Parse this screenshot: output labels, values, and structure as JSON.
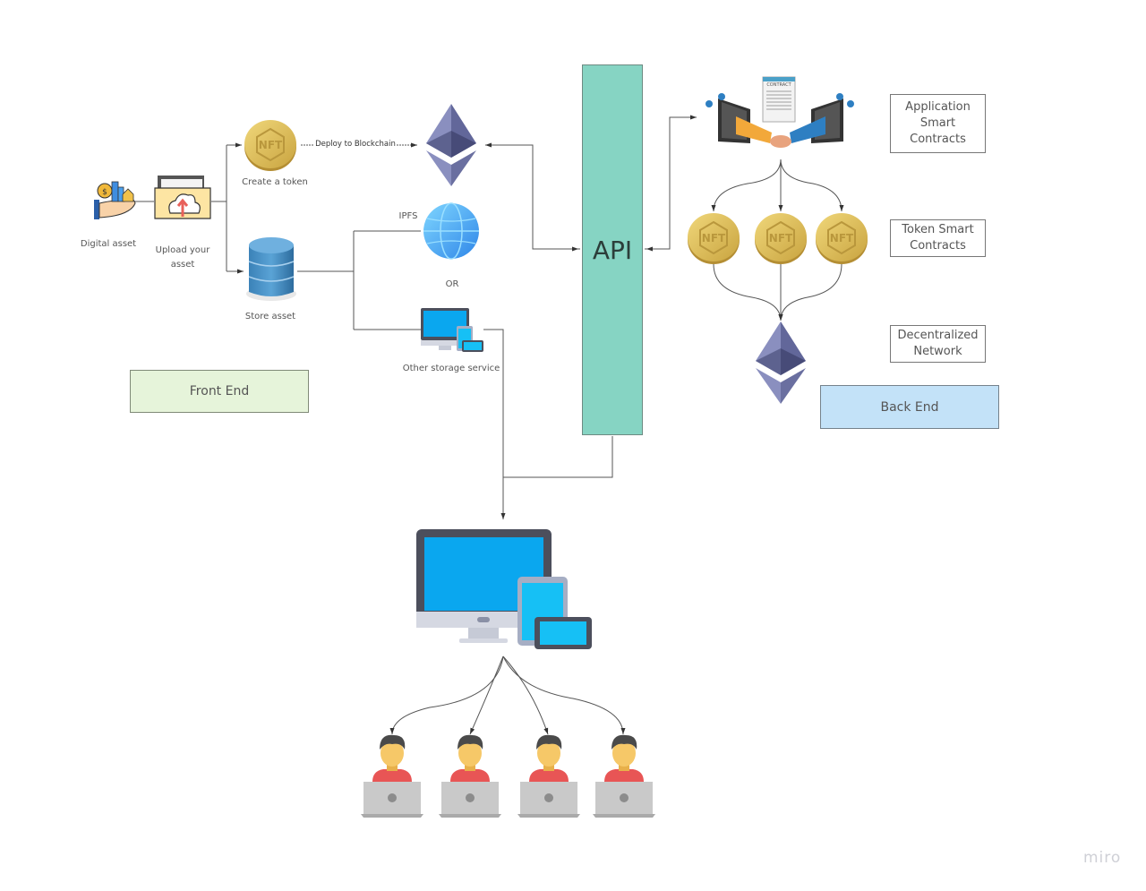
{
  "diagram": {
    "nodes": {
      "digital_asset": "Digital asset",
      "upload_asset": "Upload your asset",
      "create_token": "Create a token",
      "deploy_edge": "Deploy to Blockchain",
      "store_asset": "Store asset",
      "ipfs": "IPFS",
      "or": "OR",
      "other_storage": "Other storage service",
      "api": "API"
    },
    "legend": {
      "app_contracts": "Application Smart Contracts",
      "token_contracts": "Token Smart Contracts",
      "decentralized_network": "Decentralized Network"
    },
    "sections": {
      "front_end": "Front End",
      "back_end": "Back End"
    },
    "nft_label": "NFT",
    "contract_label": "CONTRACT",
    "user_count": 4,
    "token_count": 3
  },
  "colors": {
    "api_fill": "#86d4c3",
    "front_end_fill": "#e6f4da",
    "back_end_fill": "#c3e2f8",
    "coin": "#dcbf5a",
    "eth": "#6a6fa0",
    "screen": "#0aa7ef"
  },
  "watermark": "miro"
}
